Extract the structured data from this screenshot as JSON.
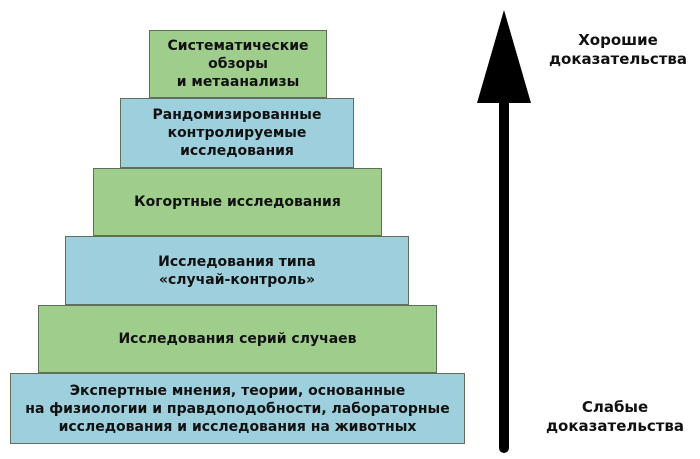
{
  "pyramid": {
    "levels": [
      {
        "label": "Систематические\nобзоры\nи метаанализы",
        "color": "#9fce8c"
      },
      {
        "label": "Рандомизированные\nконтролируемые\nисследования",
        "color": "#9ecfdc"
      },
      {
        "label": "Когортные исследования",
        "color": "#9fce8c"
      },
      {
        "label": "Исследования типа\n«случай-контроль»",
        "color": "#9ecfdc"
      },
      {
        "label": "Исследования серий случаев",
        "color": "#9fce8c"
      },
      {
        "label": "Экспертные мнения, теории, основанные\nна физиологии и правдоподобности, лабораторные\nисследования и исследования на животных",
        "color": "#9ecfdc"
      }
    ]
  },
  "scale": {
    "top_label": "Хорошие\nдоказательства",
    "bottom_label": "Слабые\nдоказательства",
    "arrow_color": "#000000"
  }
}
